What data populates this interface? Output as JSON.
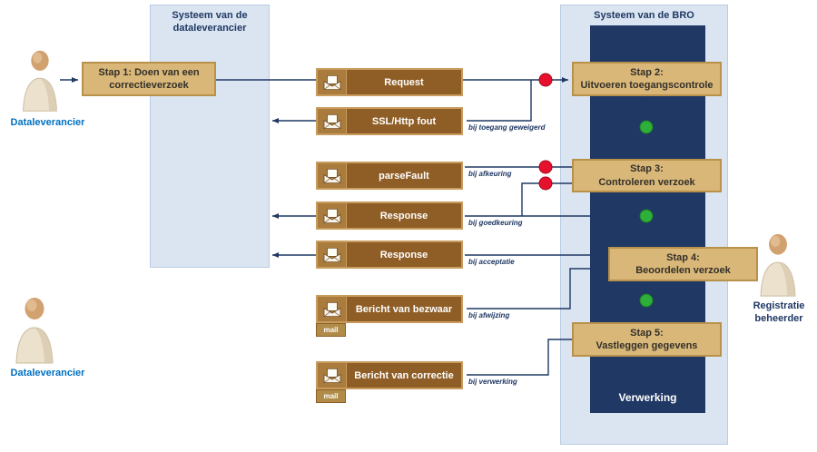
{
  "diagram": {
    "supplier_column": {
      "title": "Systeem van de dataleverancier"
    },
    "bro_column": {
      "title": "Systeem van de BRO",
      "process_label": "Verwerking"
    },
    "actors": [
      {
        "id": "dataleverancier-top",
        "label": "Dataleverancier"
      },
      {
        "id": "dataleverancier-bottom",
        "label": "Dataleverancier"
      },
      {
        "id": "registratie-beheerder",
        "lines": [
          "Registratie",
          "beheerder"
        ]
      }
    ],
    "steps": [
      {
        "line1": "Stap 1: Doen van een",
        "line2": "correctieverzoek"
      },
      {
        "line1": "Stap 2:",
        "line2": "Uitvoeren toegangscontrole"
      },
      {
        "line1": "Stap 3:",
        "line2": "Controleren verzoek"
      },
      {
        "line1": "Stap 4:",
        "line2": "Beoordelen verzoek"
      },
      {
        "line1": "Stap 5:",
        "line2": "Vastleggen gegevens"
      }
    ],
    "messages": [
      {
        "label": "Request"
      },
      {
        "label": "SSL/Http fout",
        "condition": "bij toegang geweigerd"
      },
      {
        "label": "parseFault",
        "condition": "bij afkeuring"
      },
      {
        "label": "Response",
        "condition": "bij goedkeuring"
      },
      {
        "label": "Response",
        "condition": "bij acceptatie"
      },
      {
        "label": "Bericht van bezwaar",
        "condition": "bij afwijzing",
        "mail_tag": "mail"
      },
      {
        "label": "Bericht van correctie",
        "condition": "bij verwerking",
        "mail_tag": "mail"
      }
    ],
    "colors": {
      "column_fill": "#dbe5f1",
      "process_fill": "#1f3864",
      "step_fill": "#d9b778",
      "step_border": "#b8914a",
      "message_fill": "#8f5e26",
      "message_border": "#c89c5e",
      "line": "#1f3864",
      "red_light": "#e8112d",
      "green_light": "#2daf3a",
      "actor_label_blue": "#0070c0",
      "actor_label_navy": "#1f3864"
    }
  }
}
